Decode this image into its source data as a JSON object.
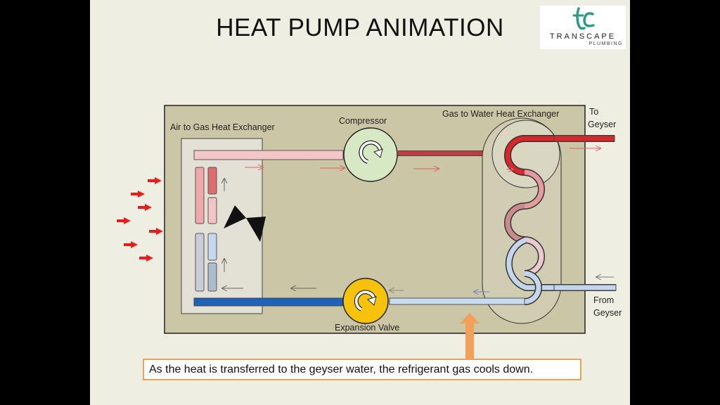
{
  "title": "HEAT PUMP ANIMATION",
  "logo": {
    "brand": "TRANSCAPE",
    "sub": "PLUMBING",
    "mark": "tc"
  },
  "labels": {
    "air_exchanger": "Air to Gas Heat Exchanger",
    "compressor": "Compressor",
    "gas_water_exchanger": "Gas to Water Heat Exchanger",
    "to_geyser_1": "To",
    "to_geyser_2": "Geyser",
    "from_geyser_1": "From",
    "from_geyser_2": "Geyser",
    "expansion_valve": "Expansion Valve"
  },
  "caption": "As the heat is transferred to the geyser water, the refrigerant gas cools down.",
  "colors": {
    "slide_bg": "#efeee2",
    "unit_bg": "#cbc6a5",
    "hot_pipe": "#d8262b",
    "warm_pipe": "#f3c7c7",
    "cold_pipe": "#1f63b8",
    "cool_pipe": "#c8dbef",
    "compressor": "#d6e8c4",
    "expansion_valve": "#f6c20b",
    "airflow_arrow": "#e51d1d",
    "highlight_arrow": "#f2a05a"
  }
}
